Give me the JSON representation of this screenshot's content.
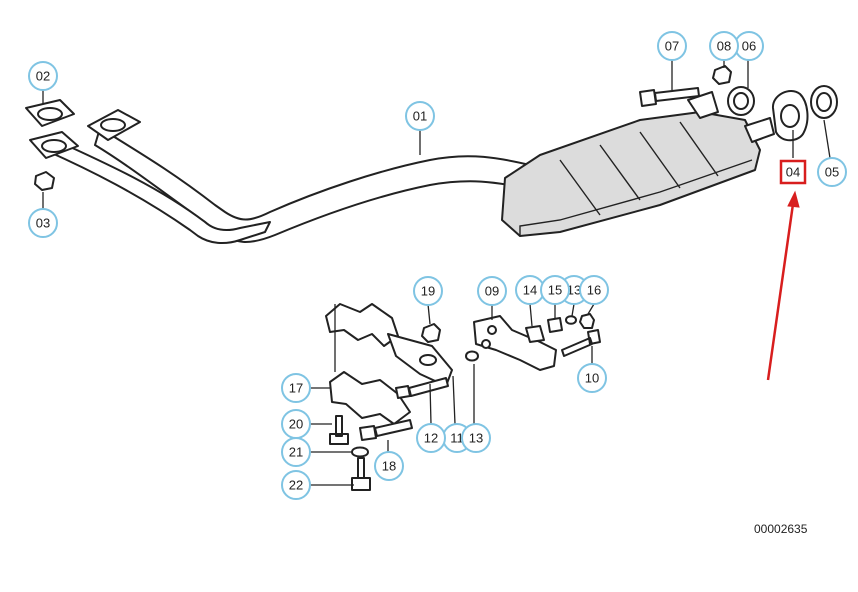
{
  "accent_color": "#7fc4e3",
  "highlight_color": "#d81e1e",
  "document_number": "00002635",
  "highlighted_part": "04",
  "callouts": [
    {
      "label": "01"
    },
    {
      "label": "02"
    },
    {
      "label": "03"
    },
    {
      "label": "04"
    },
    {
      "label": "05"
    },
    {
      "label": "06"
    },
    {
      "label": "07"
    },
    {
      "label": "08"
    },
    {
      "label": "09"
    },
    {
      "label": "10"
    },
    {
      "label": "11"
    },
    {
      "label": "12"
    },
    {
      "label": "13"
    },
    {
      "label": "13"
    },
    {
      "label": "14"
    },
    {
      "label": "15"
    },
    {
      "label": "16"
    },
    {
      "label": "17"
    },
    {
      "label": "18"
    },
    {
      "label": "19"
    },
    {
      "label": "20"
    },
    {
      "label": "21"
    },
    {
      "label": "22"
    }
  ]
}
